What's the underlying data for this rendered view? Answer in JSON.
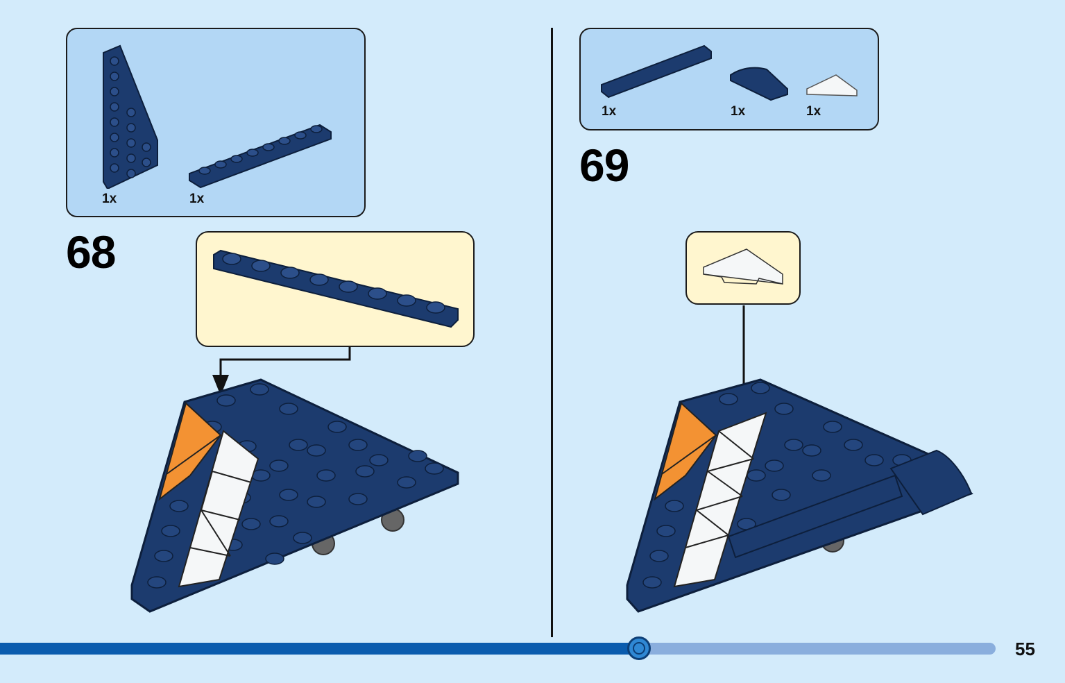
{
  "page": {
    "number": "55",
    "progress": 0.6
  },
  "colors": {
    "background": "#d3ebfb",
    "parts_box": "#b3d7f5",
    "callout": "#fff6cf",
    "dark_blue": "#1c3b6e",
    "orange": "#f39233",
    "white": "#f5f7f8",
    "progress_fill": "#0b5cae",
    "progress_track": "#8aaedd"
  },
  "steps": [
    {
      "number": "68",
      "parts": [
        {
          "name": "dark-blue-wing-plate",
          "qty": "1x"
        },
        {
          "name": "dark-blue-plate-1x8",
          "qty": "1x"
        }
      ],
      "callout_part": "dark-blue-plate-1x8"
    },
    {
      "number": "69",
      "parts": [
        {
          "name": "dark-blue-tile-1x6",
          "qty": "1x"
        },
        {
          "name": "dark-blue-curved-slope",
          "qty": "1x"
        },
        {
          "name": "white-triangle-tile",
          "qty": "1x"
        }
      ],
      "callout_part": "white-triangle-tile"
    }
  ]
}
